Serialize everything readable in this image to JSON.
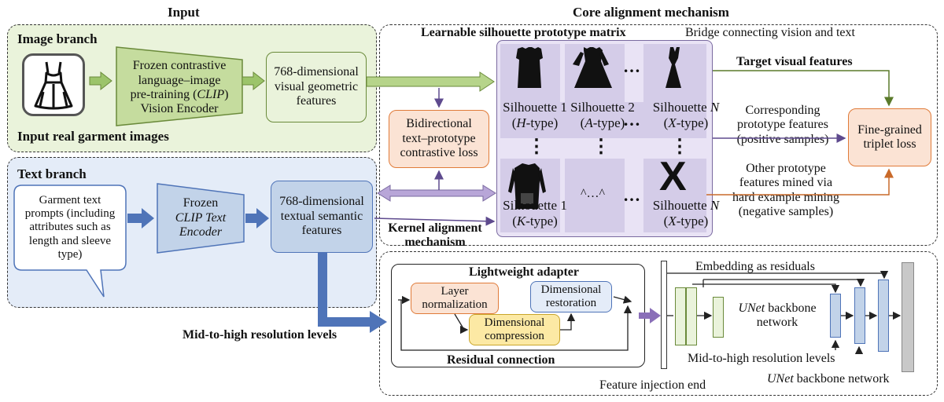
{
  "sections": {
    "input": "Input",
    "core": "Core alignment mechanism"
  },
  "image_branch": {
    "title": "Image branch",
    "caption": "Input real garment images",
    "encoder": [
      "Frozen contrastive",
      "language–image",
      "pre-training (CLIP)",
      "Vision Encoder"
    ],
    "features": [
      "768-dimensional",
      "visual geometric",
      "features"
    ]
  },
  "text_branch": {
    "title": "Text branch",
    "prompt": [
      "Garment text",
      "prompts (including",
      "attributes such as",
      "length and sleeve",
      "type)"
    ],
    "encoder": [
      "Frozen",
      "CLIP Text",
      "Encoder"
    ],
    "features": [
      "768-dimensional",
      "textual semantic",
      "features"
    ]
  },
  "core": {
    "matrix_title": "Learnable silhouette prototype matrix",
    "bridge": "Bridge connecting vision and text",
    "contrastive_loss": [
      "Bidirectional",
      "text–prototype",
      "contrastive loss"
    ],
    "kernel": [
      "Kernel alignment",
      "mechanism"
    ],
    "target_features": "Target visual features",
    "positive": [
      "Corresponding",
      "prototype features",
      "(positive samples)"
    ],
    "negative": [
      "Other prototype",
      "features mined via",
      "hard example mining",
      "(negative samples)"
    ],
    "triplet_loss": [
      "Fine-grained",
      "triplet loss"
    ],
    "cells": [
      {
        "name": "Silhouette 1",
        "type": "(H-type)"
      },
      {
        "name": "Silhouette 2",
        "type": "(A-type)"
      },
      {
        "name": "Silhouette N",
        "type": "(X-type)"
      },
      {
        "name": "Silhouette 1",
        "type": "(K-type)"
      },
      {
        "name": "Silhouette N",
        "type": "(X-type)"
      }
    ],
    "ellipsis": "…",
    "vdots": "⋮",
    "placeholder": "^…^",
    "x_glyph": "X"
  },
  "injection": {
    "adapter_title": "Lightweight adapter",
    "layer_norm": [
      "Layer",
      "normalization"
    ],
    "compression": [
      "Dimensional",
      "compression"
    ],
    "restoration": [
      "Dimensional",
      "restoration"
    ],
    "residual_connection": "Residual connection",
    "embedding": "Embedding as residuals",
    "unet_label": [
      "UNet backbone",
      "network"
    ],
    "mid_high_levels": "Mid-to-high resolution levels",
    "injection_end": "Feature injection end",
    "unet_caption": "UNet backbone network",
    "mid_high_left": "Mid-to-high resolution levels"
  },
  "colors": {
    "green_fill": "#eaf3db",
    "green_box": "#c5dc9e",
    "blue_fill": "#e4ecf8",
    "blue_box": "#c2d3e9",
    "orange_fill": "#fbe3d4",
    "orange_stroke": "#e07b39",
    "yellow_fill": "#fce9a4",
    "purple_fill": "#d7cdec",
    "purple_cell": "#ccc3e4",
    "arrow_blue": "#4f74b8",
    "arrow_green": "#9cc46a",
    "arrow_purple": "#8a6fb8"
  },
  "icons": [
    "dress-icon",
    "silhouette-icons",
    "x-mark-icon"
  ]
}
